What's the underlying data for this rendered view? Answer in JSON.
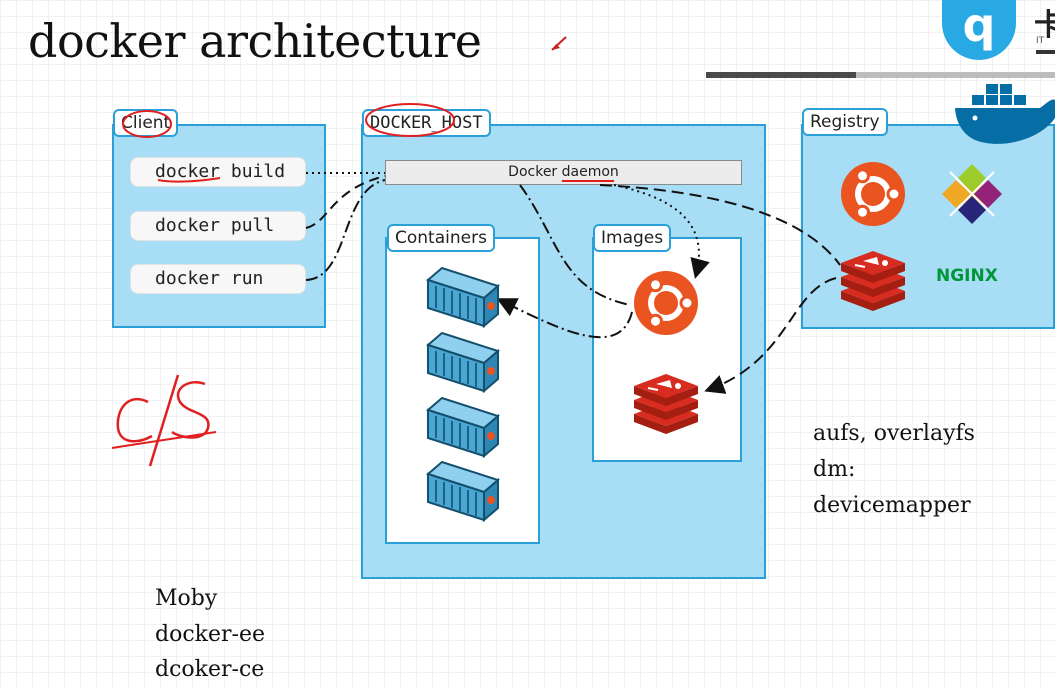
{
  "slide": {
    "title": "docker architecture"
  },
  "logo": {
    "mark": "q",
    "text": "卡",
    "sub": "IT"
  },
  "progress": {
    "fraction": 0.43
  },
  "diagram": {
    "client": {
      "label": "Client",
      "commands": [
        "docker build",
        "docker pull",
        "docker run"
      ]
    },
    "docker_host": {
      "label": "DOCKER_HOST",
      "daemon": "Docker daemon",
      "containers_label": "Containers",
      "images_label": "Images"
    },
    "registry": {
      "label": "Registry",
      "nginx": "NGINX"
    }
  },
  "annotations": {
    "handwriting": "C/S",
    "storage_notes": [
      "aufs, overlayfs",
      "dm:",
      "devicemapper"
    ],
    "editions": [
      "Moby",
      "docker-ee",
      "dcoker-ce"
    ]
  },
  "colors": {
    "panel_fill": "#a8def5",
    "panel_border": "#2a9fd8",
    "ubuntu": "#e95420",
    "redis": "#d82c20",
    "ink": "#e02020",
    "nginx": "#009639"
  }
}
